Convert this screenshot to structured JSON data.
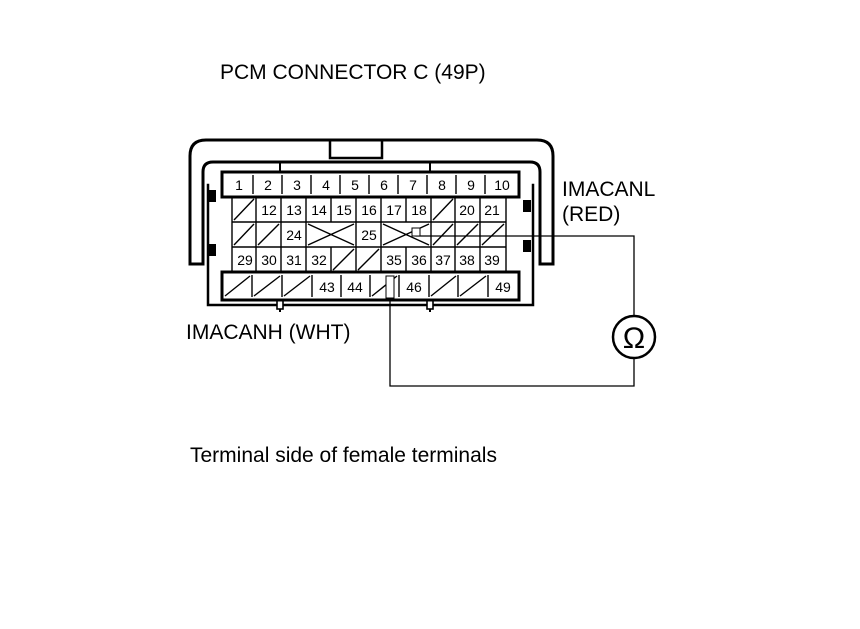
{
  "title": "PCM CONNECTOR C (49P)",
  "label_right_line1": "IMACANL",
  "label_right_line2": "(RED)",
  "label_left": "IMACANH (WHT)",
  "caption": "Terminal side of female terminals",
  "ohmmeter_symbol": "Ω",
  "pins": {
    "row1": [
      "1",
      "2",
      "3",
      "4",
      "5",
      "6",
      "7",
      "8",
      "9",
      "10"
    ],
    "row2": [
      "12",
      "13",
      "14",
      "15",
      "16",
      "17",
      "18",
      "20",
      "21"
    ],
    "row3": [
      "24",
      "25"
    ],
    "row4": [
      "29",
      "30",
      "31",
      "32",
      "35",
      "36",
      "37",
      "38",
      "39"
    ],
    "row5": [
      "43",
      "44",
      "46",
      "49"
    ]
  }
}
